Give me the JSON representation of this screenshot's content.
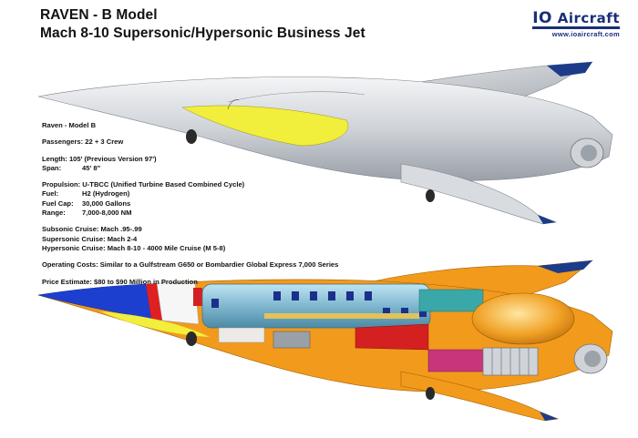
{
  "title": {
    "line1": "RAVEN - B Model",
    "line2": "Mach 8-10 Supersonic/Hypersonic Business Jet"
  },
  "logo": {
    "brand": "IO",
    "brand_rest": "Aircraft",
    "url": "www.ioaircraft.com",
    "color": "#1a2f7a"
  },
  "specs": {
    "model": "Raven - Model B",
    "passengers": "Passengers: 22 + 3 Crew",
    "length": "Length: 105' (Previous Version 97')",
    "span_label": "Span:",
    "span_value": "45' 8\"",
    "propulsion": "Propulsion: U-TBCC  (Unified Turbine Based Combined Cycle)",
    "fuel_label": "Fuel:",
    "fuel_value": "H2 (Hydrogen)",
    "fuelcap_label": "Fuel Cap:",
    "fuelcap_value": "30,000 Gallons",
    "range_label": "Range:",
    "range_value": "7,000-8,000 NM",
    "subsonic": "Subsonic Cruise: Mach .95-.99",
    "supersonic": "Supersonic Cruise: Mach 2-4",
    "hypersonic": "Hypersonic Cruise: Mach 8-10 - 4000 Mile Cruise (M 5-8)",
    "costs": "Operating Costs: Similar to a Gulfstream G650 or Bombardier Global Express 7,000 Series",
    "price": "Price Estimate: $80 to $90 Million in Production"
  }
}
